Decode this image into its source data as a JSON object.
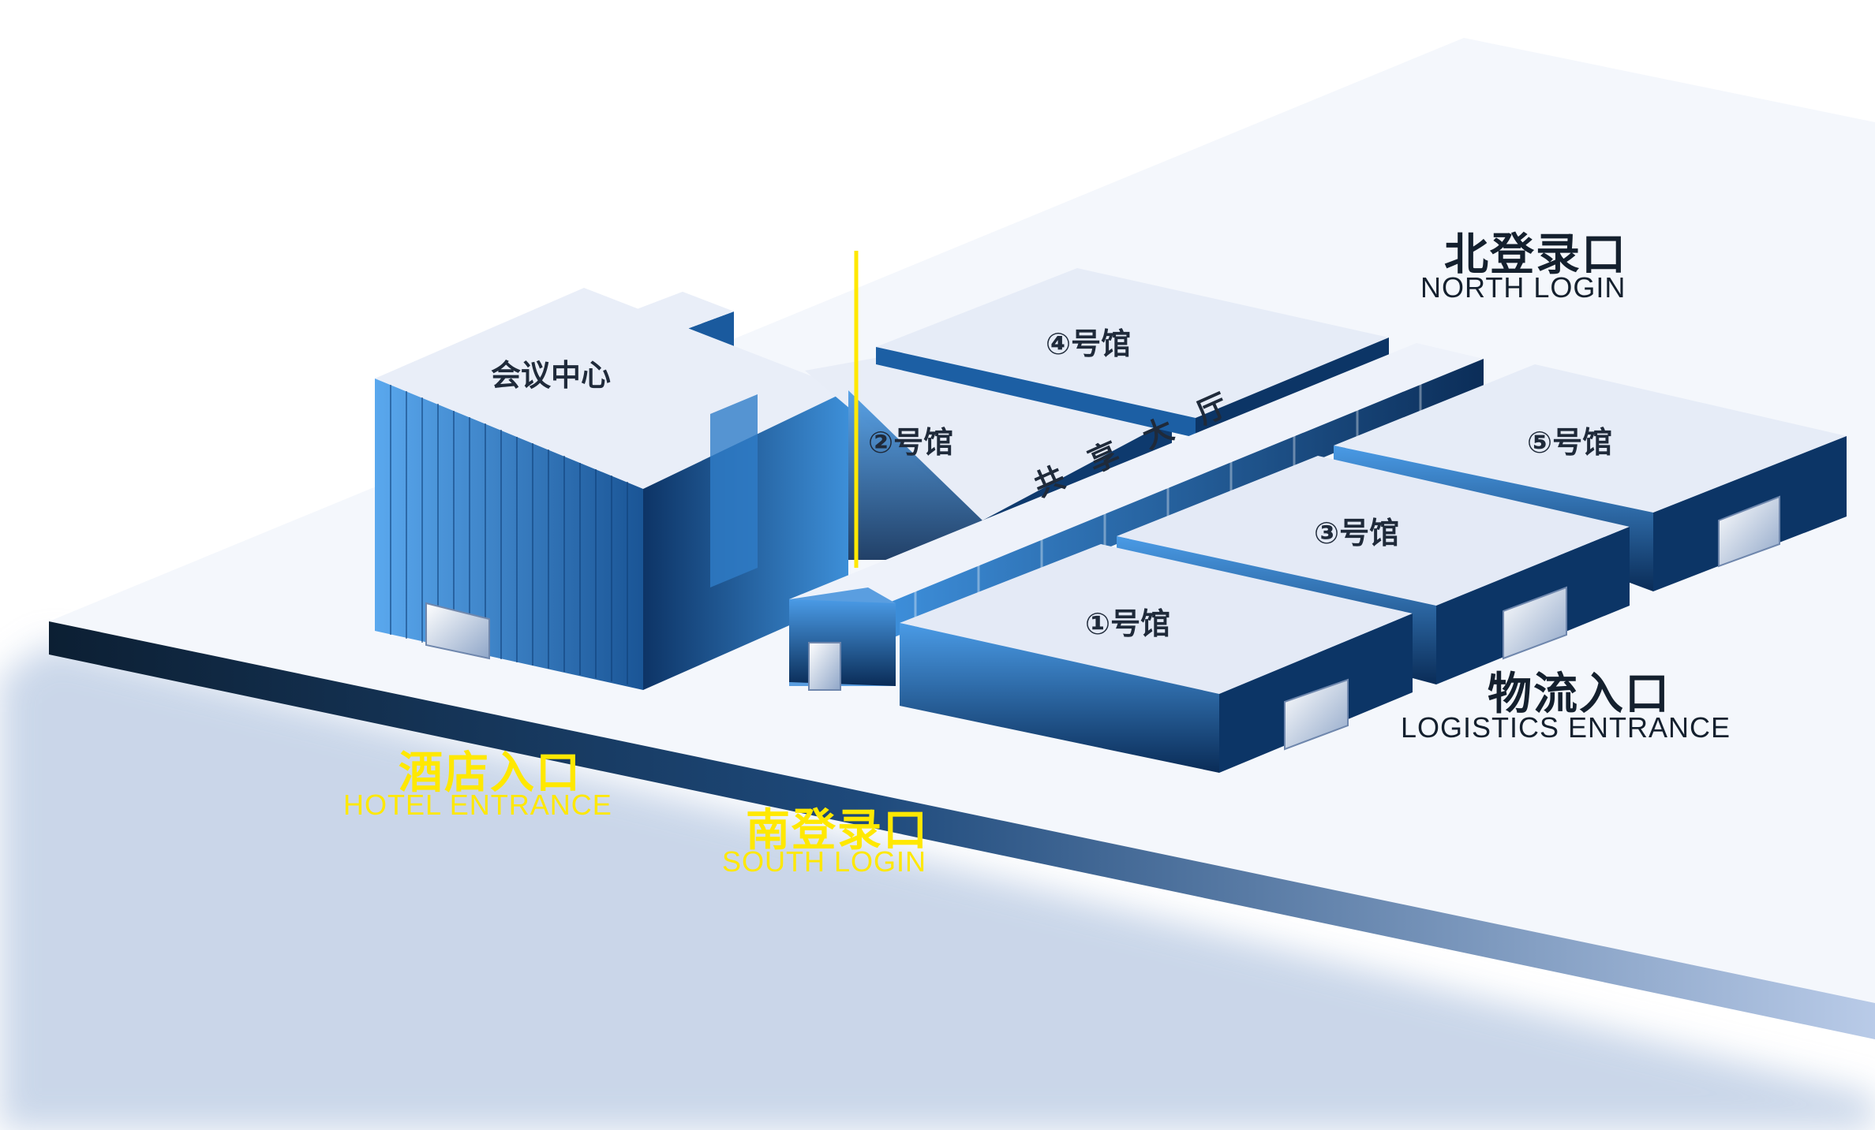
{
  "map": {
    "buildings": {
      "conference_center": "会议中心",
      "hall_1": "①号馆",
      "hall_2": "②号馆",
      "hall_3": "③号馆",
      "hall_4": "④号馆",
      "hall_5": "⑤号馆",
      "shared_hall": "共 享 大 厅"
    },
    "entrances": {
      "north": {
        "cn": "北登录口",
        "en": "NORTH LOGIN"
      },
      "logistics": {
        "cn": "物流入口",
        "en": "LOGISTICS ENTRANCE"
      },
      "hotel": {
        "cn": "酒店入口",
        "en": "HOTEL ENTRANCE"
      },
      "south": {
        "cn": "南登录口",
        "en": "SOUTH LOGIN"
      }
    },
    "colors": {
      "roof": "#e9eef8",
      "wall_dark": "#0a2f5c",
      "wall_light": "#3a86d4",
      "accent_yellow": "#ffe800",
      "label_dark": "#14202e"
    }
  }
}
